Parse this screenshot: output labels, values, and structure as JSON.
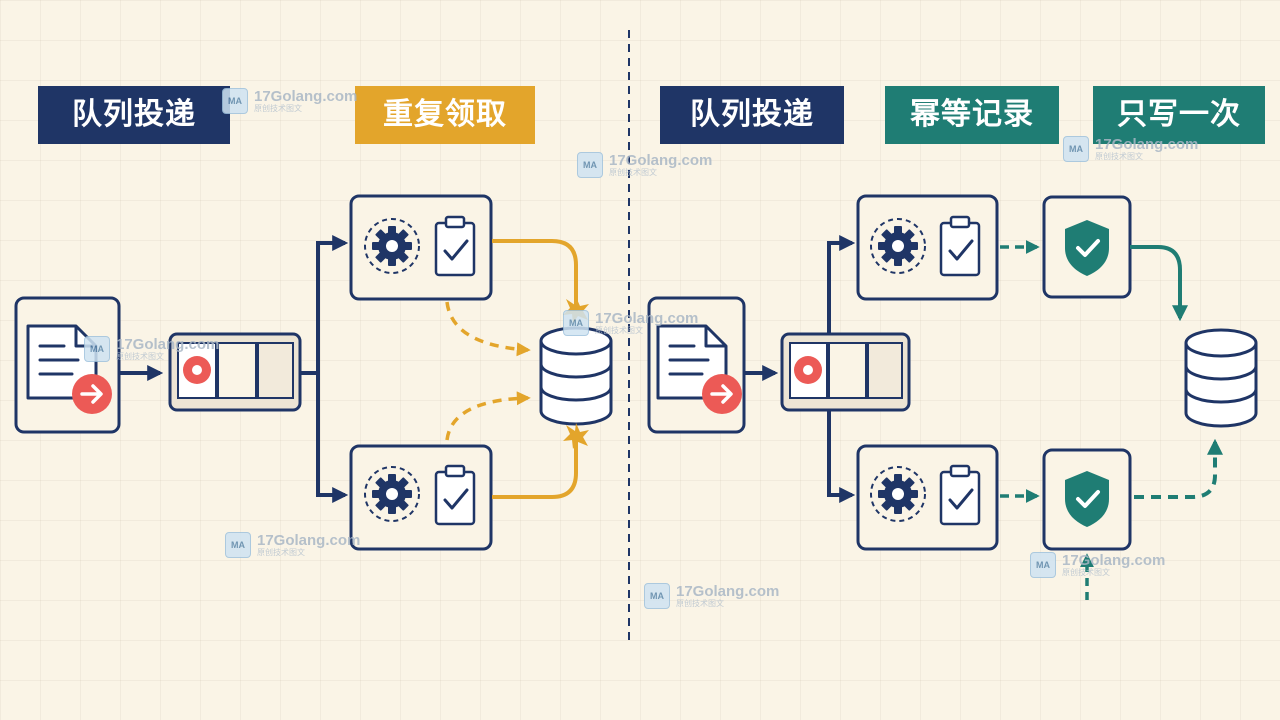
{
  "left_panel": {
    "title_queue": "队列投递",
    "title_duplicate": "重复领取"
  },
  "right_panel": {
    "title_queue": "队列投递",
    "title_idempotent": "幂等记录",
    "title_write_once": "只写一次"
  },
  "watermark": {
    "text": "17Golang.com",
    "subtext": "原创技术图文"
  },
  "colors": {
    "navy": "#1f3566",
    "gold": "#e3a52b",
    "teal": "#1f7d74",
    "red": "#ec5a56",
    "background": "#faf4e6"
  },
  "icons": [
    "document-icon",
    "queue-icon",
    "gear-icon",
    "clipboard-check-icon",
    "database-icon",
    "shield-check-icon",
    "collision-icon"
  ]
}
